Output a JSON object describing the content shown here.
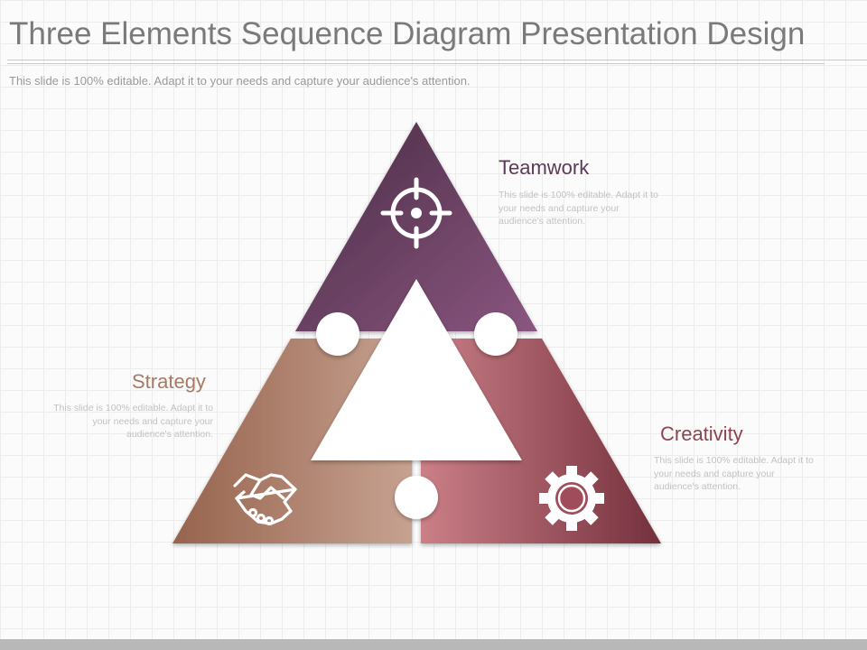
{
  "header": {
    "title": "Three Elements Sequence Diagram Presentation Design",
    "subtitle": "This slide is 100% editable. Adapt it to your needs and capture your audience's attention."
  },
  "elements": [
    {
      "label": "Teamwork",
      "description": "This slide is 100% editable. Adapt it to your needs and capture your audience's attention.",
      "icon": "crosshair-icon",
      "color": "#5b3a57"
    },
    {
      "label": "Strategy",
      "description": "This slide is 100% editable. Adapt it to your needs and capture your audience's attention.",
      "icon": "handshake-icon",
      "color": "#a87a64"
    },
    {
      "label": "Creativity",
      "description": "This slide is 100% editable. Adapt it to your needs and capture your audience's attention.",
      "icon": "gear-icon",
      "color": "#8e4550"
    }
  ]
}
